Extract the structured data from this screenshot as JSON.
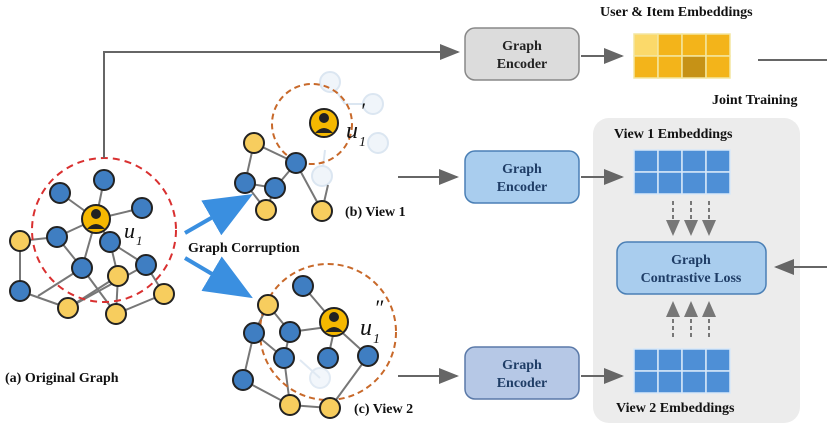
{
  "labels": {
    "user_item_embeddings": "User & Item Embeddings",
    "joint_training": "Joint Training",
    "view1_embeddings": "View 1 Embeddings",
    "view2_embeddings": "View 2 Embeddings",
    "graph_corruption": "Graph Corruption",
    "original_graph": "(a) Original Graph",
    "view1": "(b) View 1",
    "view2": "(c) View 2"
  },
  "encoders": {
    "top": {
      "line1": "Graph",
      "line2": "Encoder"
    },
    "view1": {
      "line1": "Graph",
      "line2": "Encoder"
    },
    "view2": {
      "line1": "Graph",
      "line2": "Encoder"
    }
  },
  "loss": {
    "line1": "Graph",
    "line2": "Contrastive Loss"
  },
  "math": {
    "u": "u",
    "sub": "1",
    "prime": "′",
    "dprime": "″"
  },
  "colors": {
    "blue_node": "#3f7ec2",
    "yellow_node": "#f7cd5e",
    "user_gold": "#f5b800",
    "red_dash": "#d93030",
    "orange_dash": "#c8692a",
    "gray_box": "#dcdcdc",
    "blue_box": "#a9cdee",
    "blue_box2": "#b6c8e6",
    "panel": "#ececec",
    "embed_blue": "#4e8fd6",
    "embed_gold": "#f3b41a",
    "arrow_gray": "#666666",
    "arrow_blue": "#3a8fe0"
  }
}
